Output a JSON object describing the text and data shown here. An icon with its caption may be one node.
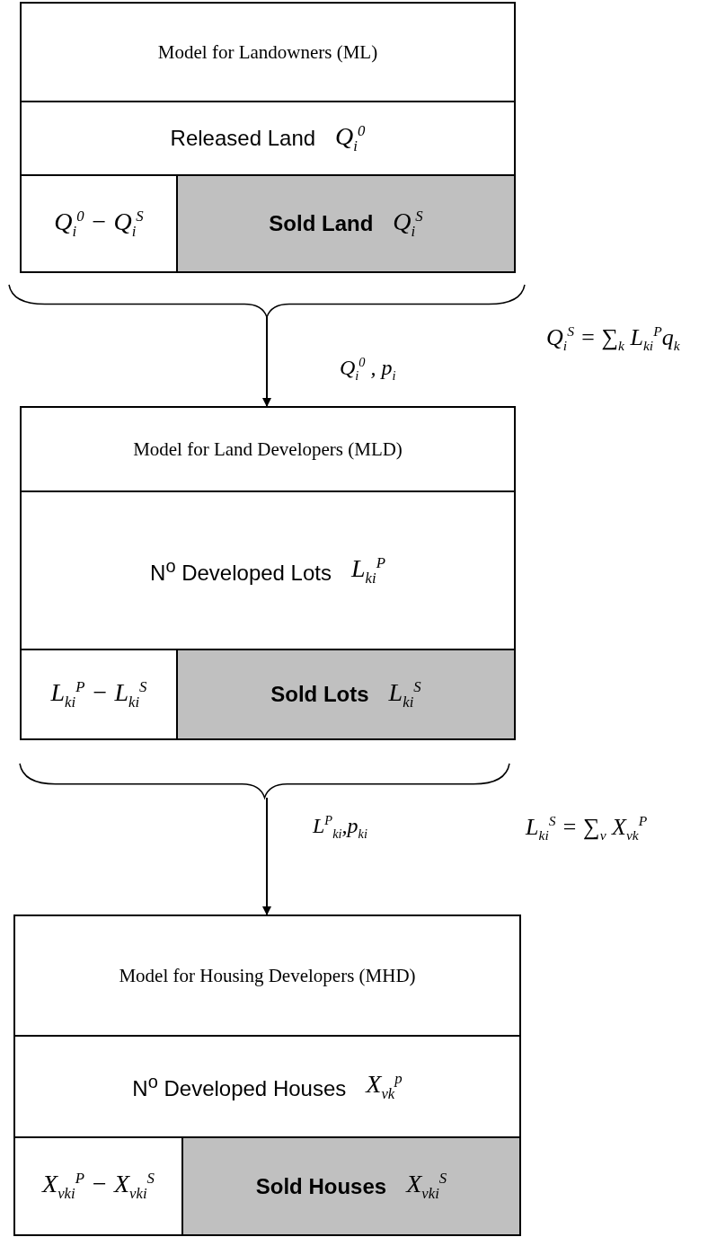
{
  "diagram": {
    "nodes": [
      {
        "text": [
          "Model for Landowners (ML)"
        ]
      },
      {
        "text": [
          "Released Land",
          "Q$_{i}$$^{0}$"
        ]
      },
      {
        "text": [
          "Q$_{i}$$^{0}$ − Q$_{i}$$^{S}$"
        ]
      },
      {
        "text": [
          "Sold Land",
          "Q$_{i}$$^{S}$"
        ]
      },
      {
        "text": [
          "Model for Land Developers (MLD)"
        ]
      },
      {
        "text": [
          "N$^{o}$ Developed Lots",
          "L$_{ki}$$^{P}$"
        ]
      },
      {
        "text": [
          "L$_{ki}$$^{P}$ − L$_{ki}$$^{S}$"
        ]
      },
      {
        "text": [
          "Sold Lots",
          "L$_{ki}$$^{S}$"
        ]
      },
      {
        "text": [
          "Model for Housing Developers (MHD)"
        ]
      },
      {
        "text": [
          "N$^{o}$ Developed Houses",
          "X$_{vk}$$^{p}$"
        ]
      },
      {
        "text": [
          "X$_{vki}$$^{P}$ − X$_{vki}$$^{S}$"
        ]
      },
      {
        "text": [
          "Sold Houses",
          "X$_{vki}$$^{S}$"
        ]
      },
      {
        "text": [],
        "shape": "brace"
      },
      {
        "text": [],
        "shape": "brace"
      }
    ],
    "edges": [
      {
        "from": 12,
        "to": 4,
        "arrow": "to",
        "label": "Q$_{i}$$^{0}$ , p$_{i}$"
      },
      {
        "from": 13,
        "to": 8,
        "arrow": "to",
        "label": "L$^{P}$$_{ki}$,p$_{ki}$"
      }
    ],
    "labels": [
      "Q$_{i}$$^{S}$ = ∑$_{k}$ L$_{ki}$$^{P}$q$_{k}$",
      "L$_{ki}$$^{S}$ = ∑$_{v}$ X$_{vk}$$^{P}$"
    ]
  }
}
